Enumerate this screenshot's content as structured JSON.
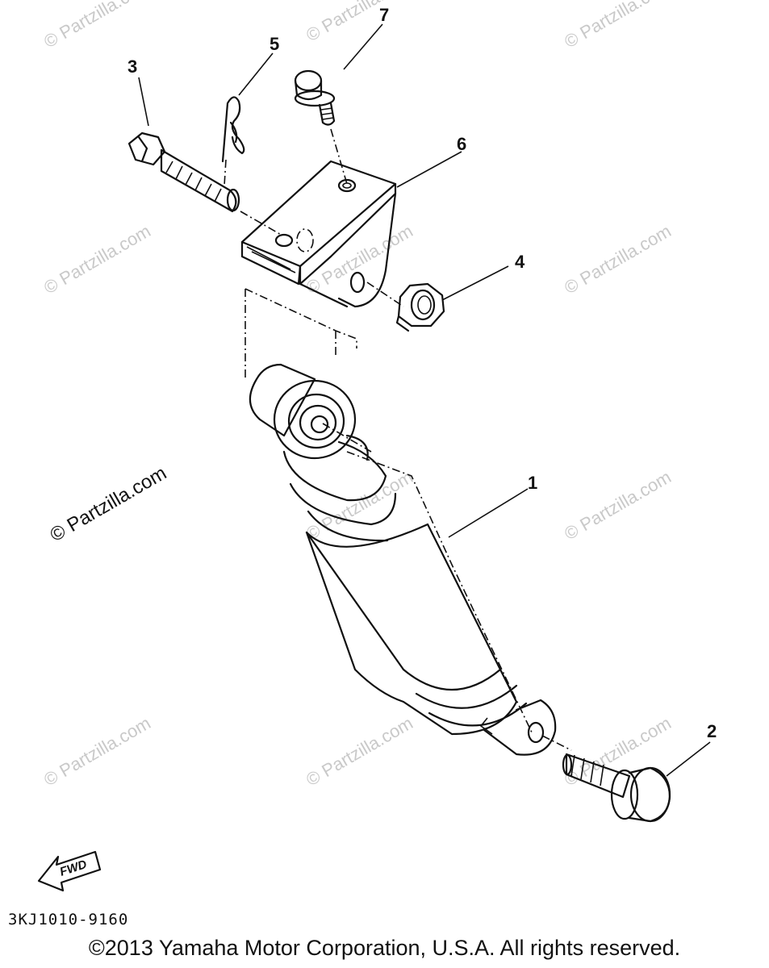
{
  "callouts": {
    "c1": "1",
    "c2": "2",
    "c3": "3",
    "c4": "4",
    "c5": "5",
    "c6": "6",
    "c7": "7"
  },
  "watermark": {
    "text": "© Partzilla.com"
  },
  "fwd_label": "FWD",
  "diagram_code": "3KJ1010-9160",
  "copyright": "©2013 Yamaha Motor Corporation, U.S.A. All rights reserved."
}
